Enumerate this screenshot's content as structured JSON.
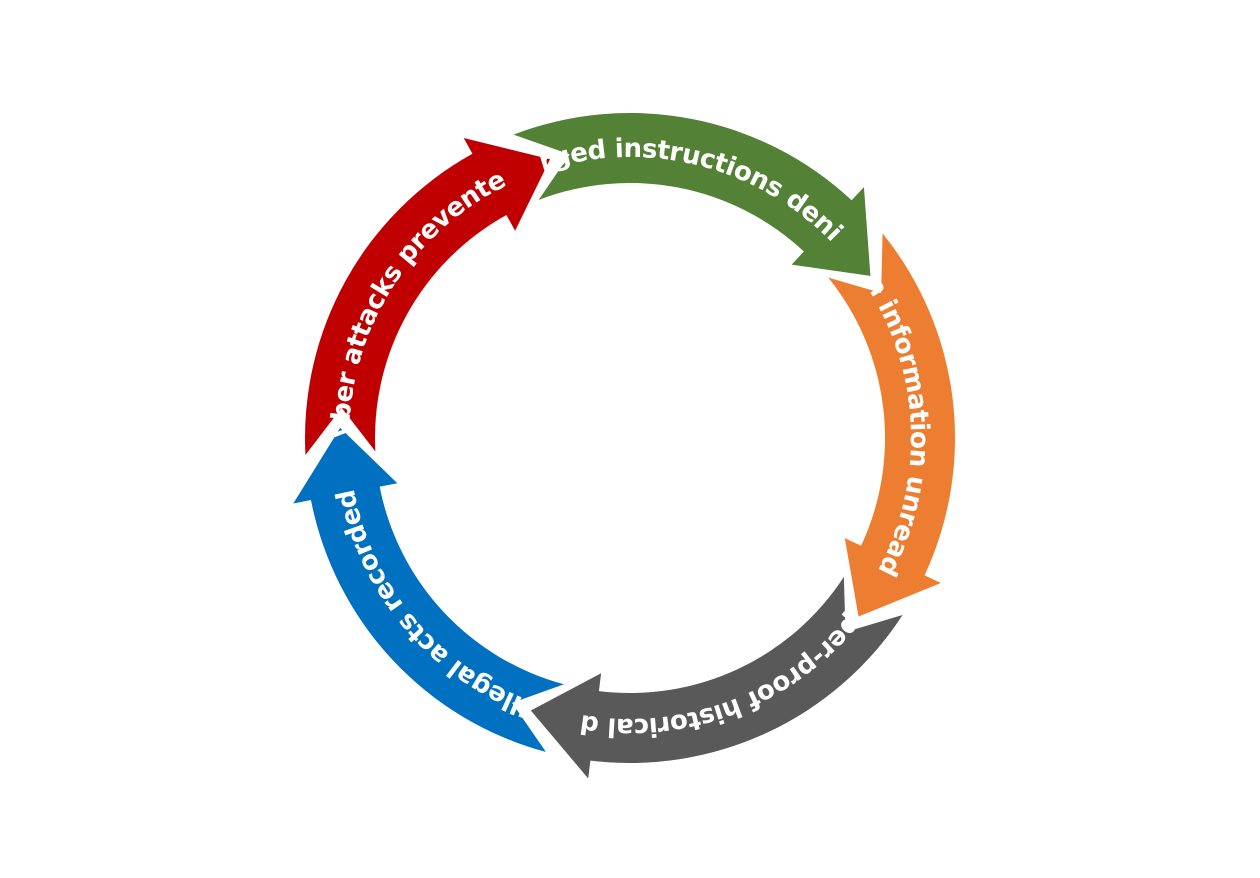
{
  "diagram": {
    "segments": [
      {
        "label": "Cyber attacks prevented",
        "color": "#C00000"
      },
      {
        "label": "Forged instructions denied",
        "color": "#538135"
      },
      {
        "label": "Stolen information unreadable",
        "color": "#ED7D31"
      },
      {
        "label": "Tamper-proof historical data",
        "color": "#595959"
      },
      {
        "label": "Illegal acts recorded",
        "color": "#0070C0"
      }
    ]
  }
}
